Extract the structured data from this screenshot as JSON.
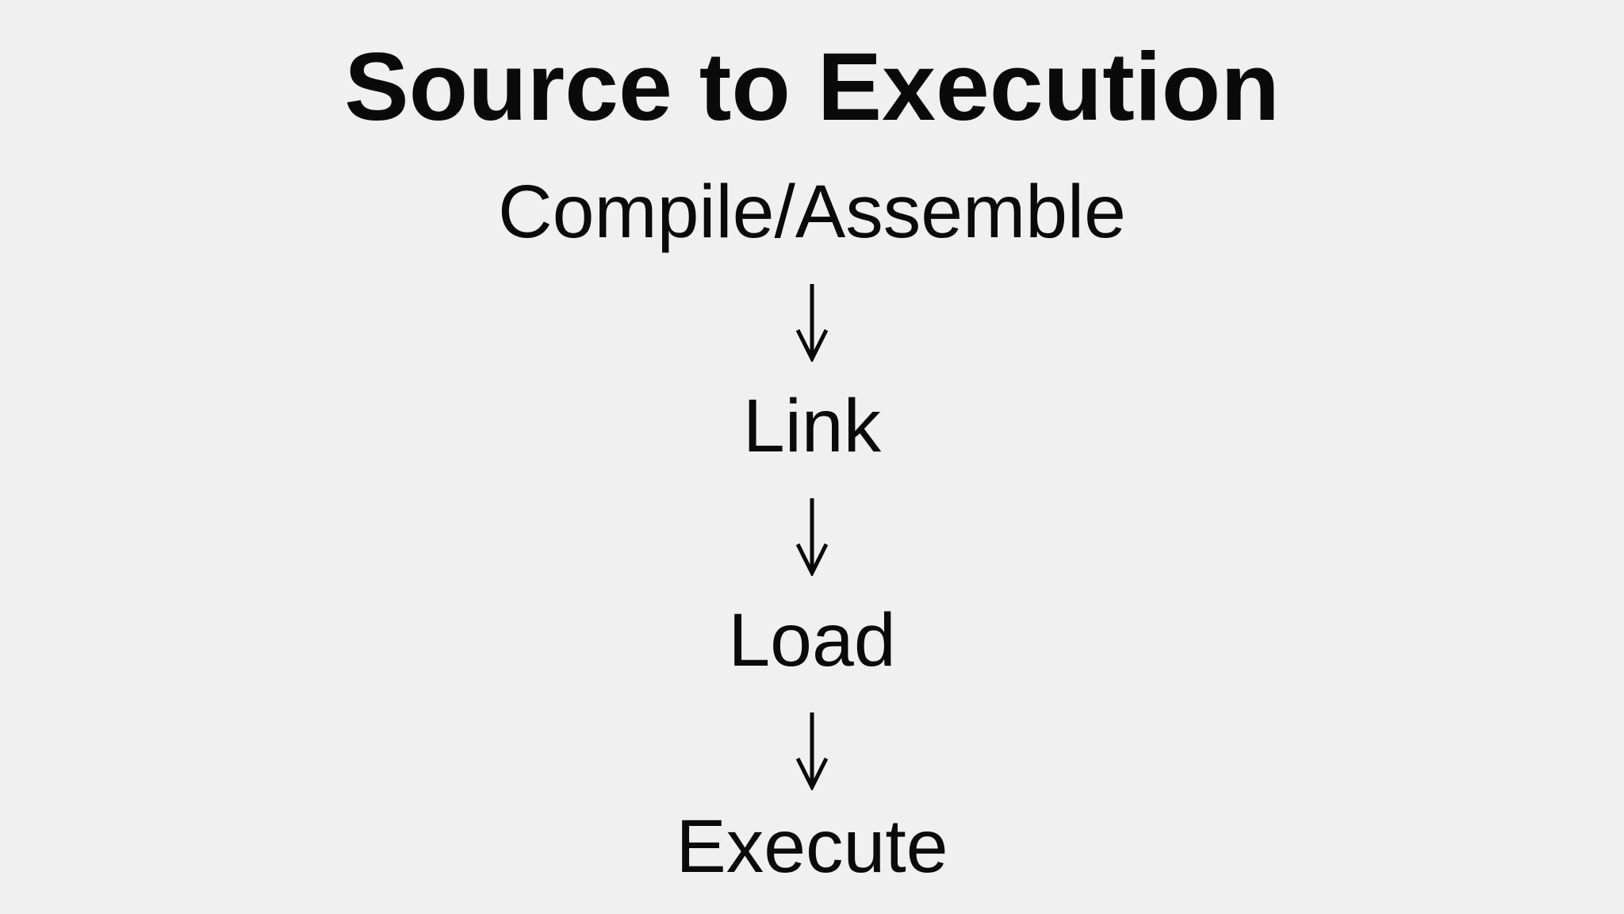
{
  "slide": {
    "title": "Source to Execution"
  },
  "flow": {
    "steps": [
      {
        "label": "Compile/Assemble"
      },
      {
        "label": "Link"
      },
      {
        "label": "Load"
      },
      {
        "label": "Execute"
      }
    ],
    "arrow": {
      "name": "down-arrow",
      "glyph": "↓"
    }
  },
  "colors": {
    "background": "#f0f0f0",
    "text": "#0a0a0a"
  }
}
